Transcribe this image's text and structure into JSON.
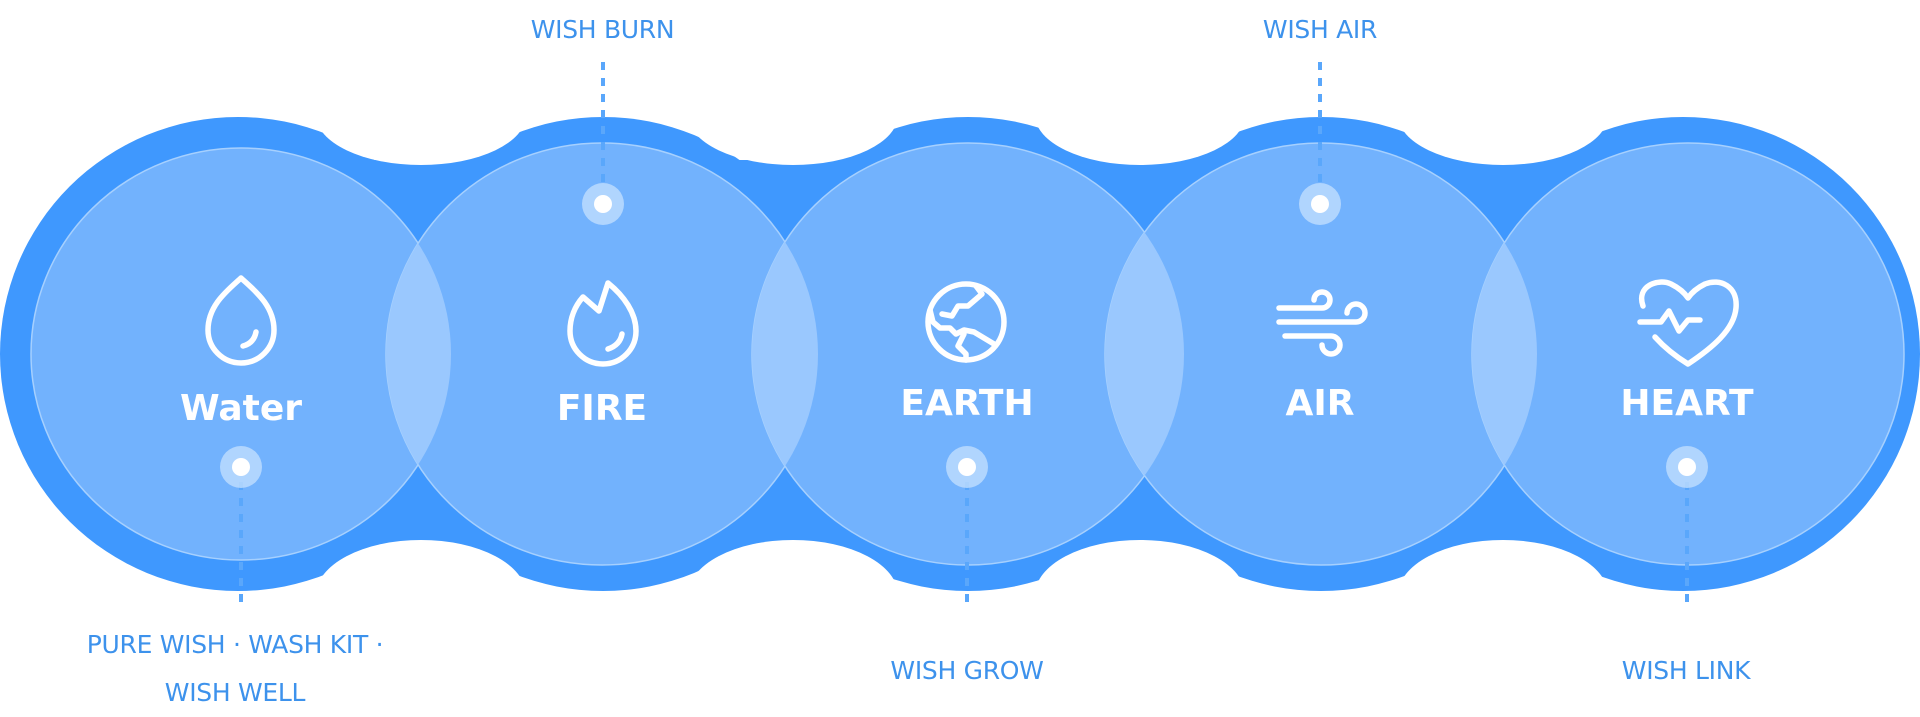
{
  "elements": [
    {
      "name": "Water",
      "icon": "water-drop-icon"
    },
    {
      "name": "FIRE",
      "icon": "flame-icon"
    },
    {
      "name": "EARTH",
      "icon": "globe-icon"
    },
    {
      "name": "AIR",
      "icon": "wind-icon"
    },
    {
      "name": "HEART",
      "icon": "heart-pulse-icon"
    }
  ],
  "labels": {
    "wish_burn": "WISH BURN",
    "wish_air": "WISH AIR",
    "water_products_line1": "PURE WISH · WASH KIT ·",
    "water_products_line2": "WISH WELL",
    "wish_grow": "WISH GROW",
    "wish_link": "WISH LINK"
  },
  "colors": {
    "outer_band": "#3f98fe",
    "circle_fill": "#72b2fd",
    "overlap_fill": "#9ac8fe",
    "label_text": "#3d92ec",
    "connector": "#5aa7fb",
    "icon_stroke": "#ffffff"
  }
}
